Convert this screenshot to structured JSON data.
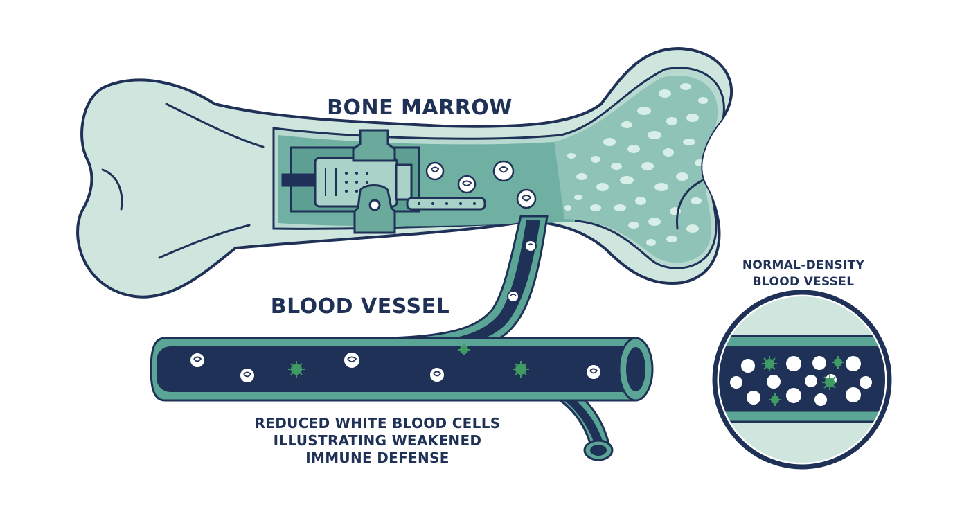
{
  "labels": {
    "bone_marrow": "BONE MARROW",
    "blood_vessel": "BLOOD VESSEL",
    "caption_line1": "REDUCED WHITE BLOOD CELLS",
    "caption_line2": "ILLUSTRATING WEAKENED",
    "caption_line3": "IMMUNE DEFENSE",
    "inset_title_line1": "NORMAL-DENSITY",
    "inset_title_line2": "BLOOD VESSEL"
  },
  "colors": {
    "outline": "#1f3157",
    "bone_fill": "#cfe6df",
    "marrow_teal": "#6fb0a3",
    "vessel_dark": "#1f3157",
    "vessel_edge": "#5aa596",
    "germ_green": "#3f9a64",
    "cell_white": "#ffffff"
  }
}
